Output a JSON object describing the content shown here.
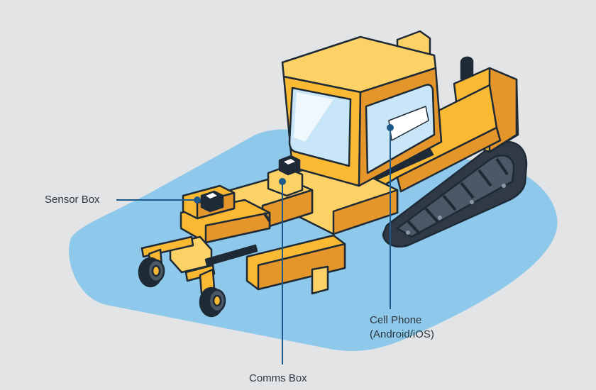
{
  "callouts": {
    "sensor_box": "Sensor Box",
    "comms_box": "Comms Box",
    "cell_phone_line1": "Cell Phone",
    "cell_phone_line2": "(Android/iOS)"
  },
  "colors": {
    "background": "#e3e4e6",
    "ground_pad": "#8ec8ea",
    "machine_yellow": "#f9b933",
    "machine_light": "#fcd267",
    "machine_shade": "#e5962a",
    "outline": "#1e2a36",
    "window_glass": "#c8e6f7",
    "track_dark": "#2f3a46",
    "track_mid": "#4b5866",
    "callout_line": "#1d5a8c"
  }
}
